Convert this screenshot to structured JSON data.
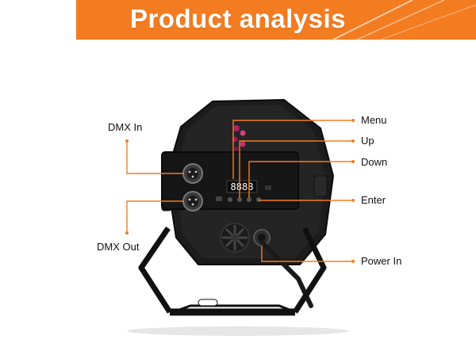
{
  "banner": {
    "title": "Product analysis",
    "bg_color": "#f47c20",
    "accent_color": "#ffffff"
  },
  "device": {
    "display_digits": "8888"
  },
  "callouts": {
    "dmx_in": "DMX In",
    "dmx_out": "DMX Out",
    "menu": "Menu",
    "up": "Up",
    "down": "Down",
    "enter": "Enter",
    "power_in": "Power In"
  },
  "leader_color": "#f47c20"
}
